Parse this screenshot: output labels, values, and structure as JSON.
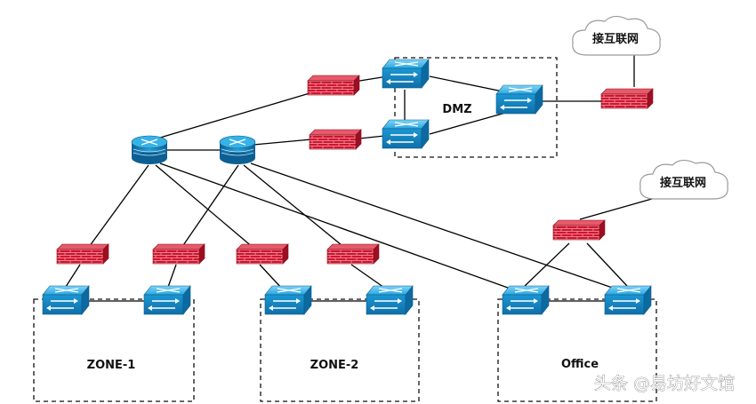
{
  "labels": {
    "dmz": "DMZ",
    "zone1": "ZONE-1",
    "zone2": "ZONE-2",
    "office": "Office",
    "internet_top": "接互联网",
    "internet_right": "接互联网"
  },
  "watermark": "头条 @易坊好文馆",
  "colors": {
    "switch": "#1aa3e0",
    "router": "#1b8cc7",
    "firewall": "#c8102e",
    "line": "#000000"
  },
  "icons": {
    "switch": "switch-icon",
    "router": "router-icon",
    "firewall": "firewall-icon",
    "cloud": "cloud-icon"
  }
}
